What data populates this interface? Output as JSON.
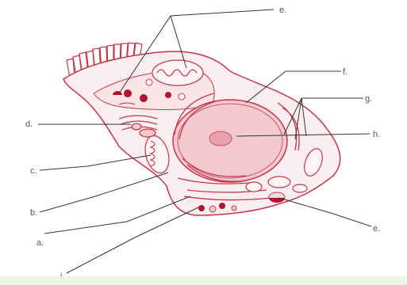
{
  "diagram": {
    "colors": {
      "outline": "#c4384a",
      "membrane_fill": "#f6d9dd",
      "nucleus_fill": "#f3c9cf",
      "dark_red": "#b3122c",
      "leader": "#333333",
      "band": "#eef7e3"
    },
    "labels": {
      "e_top": "e.",
      "f": "f.",
      "g": "g.",
      "h": "h.",
      "d": "d.",
      "c": "c.",
      "b": "b.",
      "a": "a.",
      "e_bottom": "e.",
      "i": "i"
    }
  }
}
